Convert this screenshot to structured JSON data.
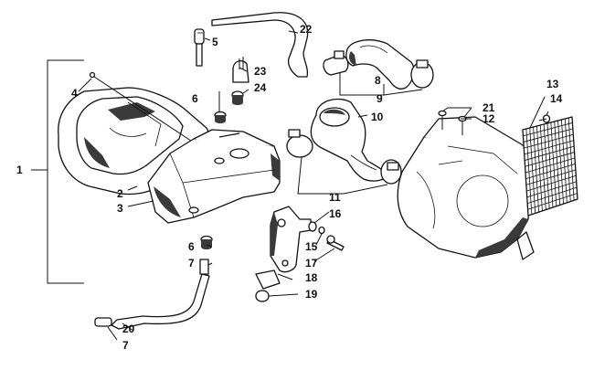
{
  "callouts": [
    {
      "id": "c1",
      "text": "1"
    },
    {
      "id": "c2",
      "text": "2"
    },
    {
      "id": "c3",
      "text": "3"
    },
    {
      "id": "c4",
      "text": "4"
    },
    {
      "id": "c5",
      "text": "5"
    },
    {
      "id": "c6a",
      "text": "6"
    },
    {
      "id": "c6b",
      "text": "6"
    },
    {
      "id": "c7a",
      "text": "7"
    },
    {
      "id": "c7b",
      "text": "7"
    },
    {
      "id": "c8",
      "text": "8"
    },
    {
      "id": "c9",
      "text": "9"
    },
    {
      "id": "c10",
      "text": "10"
    },
    {
      "id": "c11",
      "text": "11"
    },
    {
      "id": "c12",
      "text": "12"
    },
    {
      "id": "c13",
      "text": "13"
    },
    {
      "id": "c14",
      "text": "14"
    },
    {
      "id": "c15",
      "text": "15"
    },
    {
      "id": "c16",
      "text": "16"
    },
    {
      "id": "c17",
      "text": "17"
    },
    {
      "id": "c18",
      "text": "18"
    },
    {
      "id": "c19",
      "text": "19"
    },
    {
      "id": "c20",
      "text": "20"
    },
    {
      "id": "c21",
      "text": "21"
    },
    {
      "id": "c22",
      "text": "22"
    },
    {
      "id": "c23",
      "text": "23"
    },
    {
      "id": "c24",
      "text": "24"
    }
  ]
}
